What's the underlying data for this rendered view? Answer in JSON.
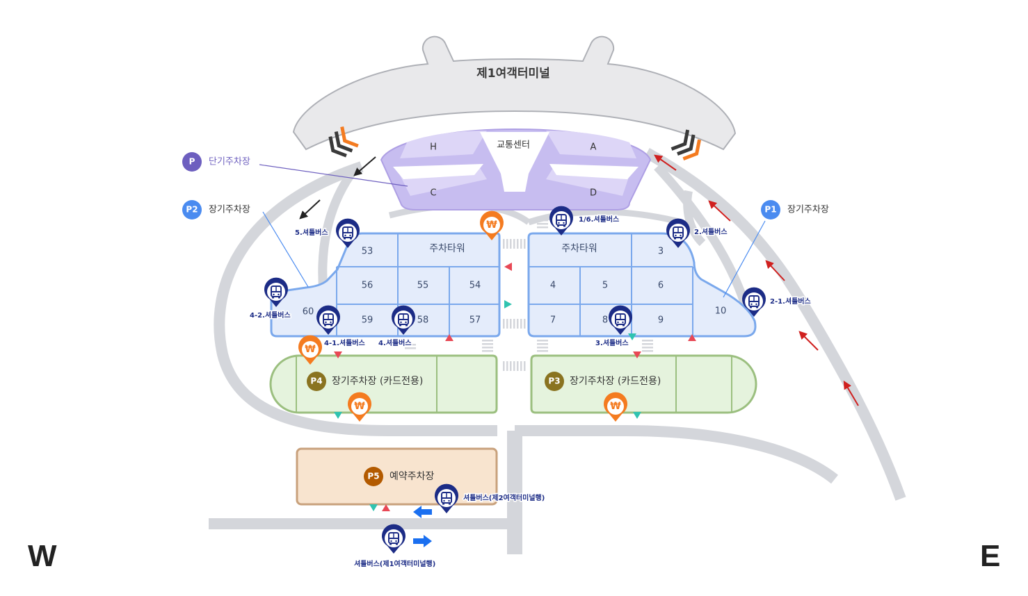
{
  "terminal": {
    "name": "제1여객터미널"
  },
  "transport_center": {
    "name": "교통센터",
    "zones": [
      "H",
      "A",
      "C",
      "D"
    ]
  },
  "legend": [
    {
      "badge": "P",
      "label": "단기주차장",
      "color": "#6d5fbf"
    },
    {
      "badge": "P2",
      "label": "장기주차장",
      "color": "#4a8bf0"
    },
    {
      "badge": "P1",
      "label": "장기주차장",
      "color": "#4a8bf0"
    }
  ],
  "towers": {
    "west": "주차타워",
    "east": "주차타워"
  },
  "lots": {
    "west": [
      "53",
      "56",
      "55",
      "54",
      "60",
      "59",
      "58",
      "57"
    ],
    "east": [
      "3",
      "4",
      "5",
      "6",
      "7",
      "8",
      "9",
      "10"
    ]
  },
  "p4": {
    "badge": "P4",
    "label": "장기주차장 (카드전용)"
  },
  "p3": {
    "badge": "P3",
    "label": "장기주차장 (카드전용)"
  },
  "p5": {
    "badge": "P5",
    "label": "예약주차장"
  },
  "shuttle_stops": [
    "5.셔틀버스",
    "1/6.셔틀버스",
    "2.셔틀버스",
    "2-1.셔틀버스",
    "4-2.셔틀버스",
    "4-1.셔틀버스",
    "4.셔틀버스",
    "3.셔틀버스",
    "셔틀버스(제2여객터미널행)",
    "셔틀버스(제1여객터미널행)"
  ],
  "payment_symbol": "₩",
  "compass": {
    "west": "W",
    "east": "E"
  },
  "colors": {
    "road": "#d4d6db",
    "short_term": "#6d5fbf",
    "long_term_tower": "#7aa8ec",
    "card_only": "#9bbf7f",
    "reservation": "#c8a17c",
    "shuttle": "#1c2c86",
    "payment": "#f47b20",
    "arrow_red": "#d0201f",
    "arrow_blue": "#1a6ff0",
    "entry": "#e84855",
    "exit": "#2fc3b0"
  }
}
